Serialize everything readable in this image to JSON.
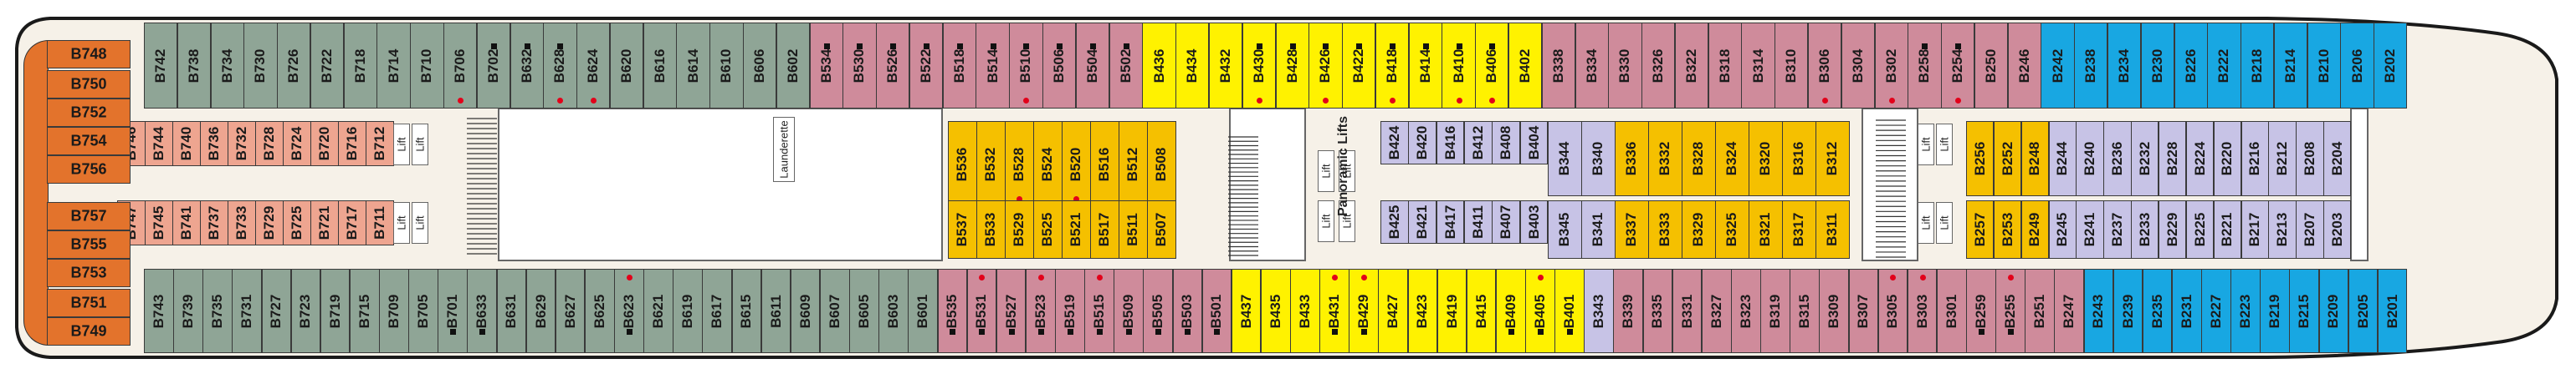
{
  "map": {
    "type": "ship-deck-plan",
    "colors": {
      "hull": "#f6f1e8",
      "hull_outline": "#1a1a1a",
      "atrium": "#ffffff",
      "grey": "#8fa596",
      "pink": "#cf8b9b",
      "yellow": "#fff200",
      "gold": "#f5c000",
      "salmon": "#eea590",
      "lavender": "#c7c3e6",
      "blue": "#18a7e2",
      "orange": "#e3732c",
      "accessible_marker": "#e2001a"
    },
    "facilities": {
      "lift": "Lift",
      "launderette": "Launderette",
      "panoramic_lifts": "Panoramic Lifts"
    },
    "rows": {
      "aft_orange": [
        "B748",
        "B750",
        "B752",
        "B754",
        "B756",
        "B757",
        "B755",
        "B753",
        "B751",
        "B749"
      ],
      "top": [
        "B742",
        "B738",
        "B734",
        "B730",
        "B726",
        "B722",
        "B718",
        "B714",
        "B710",
        "B706",
        "B702",
        "B632",
        "B628",
        "B624",
        "B620",
        "B616",
        "B614",
        "B610",
        "B606",
        "B602",
        "B534",
        "B530",
        "B526",
        "B522",
        "B518",
        "B514",
        "B510",
        "B506",
        "B504",
        "B502",
        "B436",
        "B434",
        "B432",
        "B430",
        "B428",
        "B426",
        "B422",
        "B418",
        "B414",
        "B410",
        "B406",
        "B402",
        "B338",
        "B334",
        "B330",
        "B326",
        "B322",
        "B318",
        "B314",
        "B310",
        "B306",
        "B304",
        "B302",
        "B258",
        "B254",
        "B250",
        "B246",
        "B242",
        "B238",
        "B234",
        "B230",
        "B226",
        "B222",
        "B218",
        "B214",
        "B210",
        "B206",
        "B202"
      ],
      "inner_top": [
        "B746",
        "B744",
        "B740",
        "B736",
        "B732",
        "B728",
        "B724",
        "B720",
        "B716",
        "B712",
        "B536",
        "B532",
        "B528",
        "B524",
        "B520",
        "B516",
        "B512",
        "B508",
        "B424",
        "B420",
        "B416",
        "B412",
        "B408",
        "B404",
        "B344",
        "B340",
        "B336",
        "B332",
        "B328",
        "B324",
        "B320",
        "B316",
        "B312",
        "B256",
        "B252",
        "B248",
        "B244",
        "B240",
        "B236",
        "B232",
        "B228",
        "B224",
        "B220",
        "B216",
        "B212",
        "B208",
        "B204"
      ],
      "inner_bottom": [
        "B747",
        "B745",
        "B741",
        "B737",
        "B733",
        "B729",
        "B725",
        "B721",
        "B717",
        "B711",
        "B537",
        "B533",
        "B529",
        "B525",
        "B521",
        "B517",
        "B511",
        "B507",
        "B425",
        "B421",
        "B417",
        "B411",
        "B407",
        "B403",
        "B345",
        "B341",
        "B337",
        "B333",
        "B329",
        "B325",
        "B321",
        "B317",
        "B311",
        "B257",
        "B253",
        "B249",
        "B245",
        "B241",
        "B237",
        "B233",
        "B229",
        "B225",
        "B221",
        "B217",
        "B213",
        "B207",
        "B203"
      ],
      "bottom": [
        "B743",
        "B739",
        "B735",
        "B731",
        "B727",
        "B723",
        "B719",
        "B715",
        "B709",
        "B705",
        "B701",
        "B633",
        "B631",
        "B629",
        "B627",
        "B625",
        "B623",
        "B621",
        "B619",
        "B617",
        "B615",
        "B611",
        "B609",
        "B607",
        "B605",
        "B603",
        "B601",
        "B535",
        "B531",
        "B527",
        "B523",
        "B519",
        "B515",
        "B509",
        "B505",
        "B503",
        "B501",
        "B437",
        "B435",
        "B433",
        "B431",
        "B429",
        "B427",
        "B423",
        "B419",
        "B415",
        "B409",
        "B405",
        "B401",
        "B343",
        "B339",
        "B335",
        "B331",
        "B327",
        "B323",
        "B319",
        "B315",
        "B309",
        "B307",
        "B305",
        "B303",
        "B301",
        "B259",
        "B255",
        "B251",
        "B247",
        "B243",
        "B239",
        "B235",
        "B231",
        "B227",
        "B223",
        "B219",
        "B215",
        "B209",
        "B205",
        "B201"
      ]
    },
    "accessible_cabins": [
      "B706",
      "B628",
      "B624",
      "B528",
      "B520",
      "B510",
      "B430",
      "B426",
      "B418",
      "B410",
      "B406",
      "B306",
      "B302",
      "B254",
      "B623",
      "B531",
      "B523",
      "B515",
      "B431",
      "B429",
      "B405",
      "B305",
      "B303",
      "B255"
    ],
    "marked_cabins": [
      "B702",
      "B632",
      "B628",
      "B534",
      "B530",
      "B526",
      "B522",
      "B518",
      "B514",
      "B510",
      "B506",
      "B504",
      "B502",
      "B430",
      "B428",
      "B426",
      "B422",
      "B418",
      "B414",
      "B410",
      "B406",
      "B258",
      "B254",
      "B701",
      "B633",
      "B623",
      "B535",
      "B531",
      "B527",
      "B523",
      "B519",
      "B515",
      "B509",
      "B505",
      "B503",
      "B501",
      "B431",
      "B429",
      "B409",
      "B405",
      "B401",
      "B259",
      "B255"
    ]
  }
}
